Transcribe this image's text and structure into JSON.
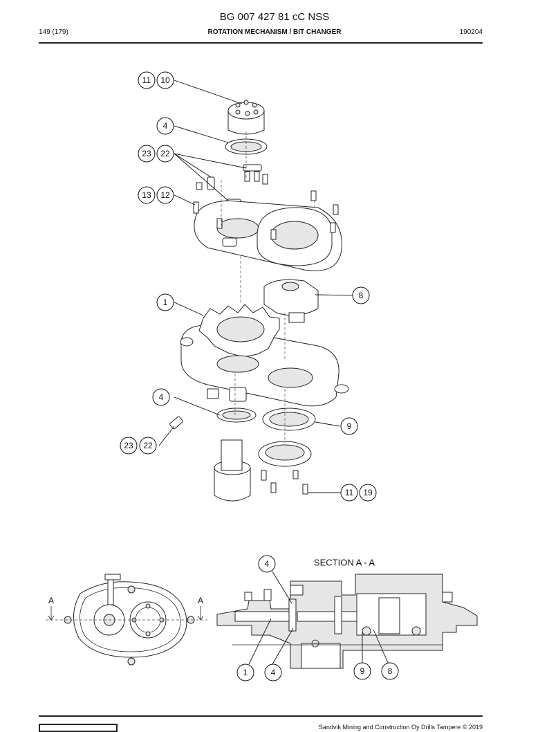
{
  "header": {
    "doc_title": "BG 007 427 81 cC NSS",
    "page_count": "149 (179)",
    "section_title": "ROTATION MECHANISM / BIT CHANGER",
    "date": "190204"
  },
  "callouts": {
    "c11a": "11",
    "c10": "10",
    "c4a": "4",
    "c23a": "23",
    "c22a": "22",
    "c13": "13",
    "c12": "12",
    "c1a": "1",
    "c8a": "8",
    "c4b": "4",
    "c9a": "9",
    "c23b": "23",
    "c22b": "22",
    "c11b": "11",
    "c19": "19",
    "s4top": "4",
    "s1": "1",
    "s4": "4",
    "s9": "9",
    "s8": "8"
  },
  "section_view": {
    "label": "SECTION A - A",
    "cut_left": "A",
    "cut_right": "A"
  },
  "footer": {
    "copyright": "Sandvik Mining and Construction Oy Drills Tampere © 2019"
  }
}
